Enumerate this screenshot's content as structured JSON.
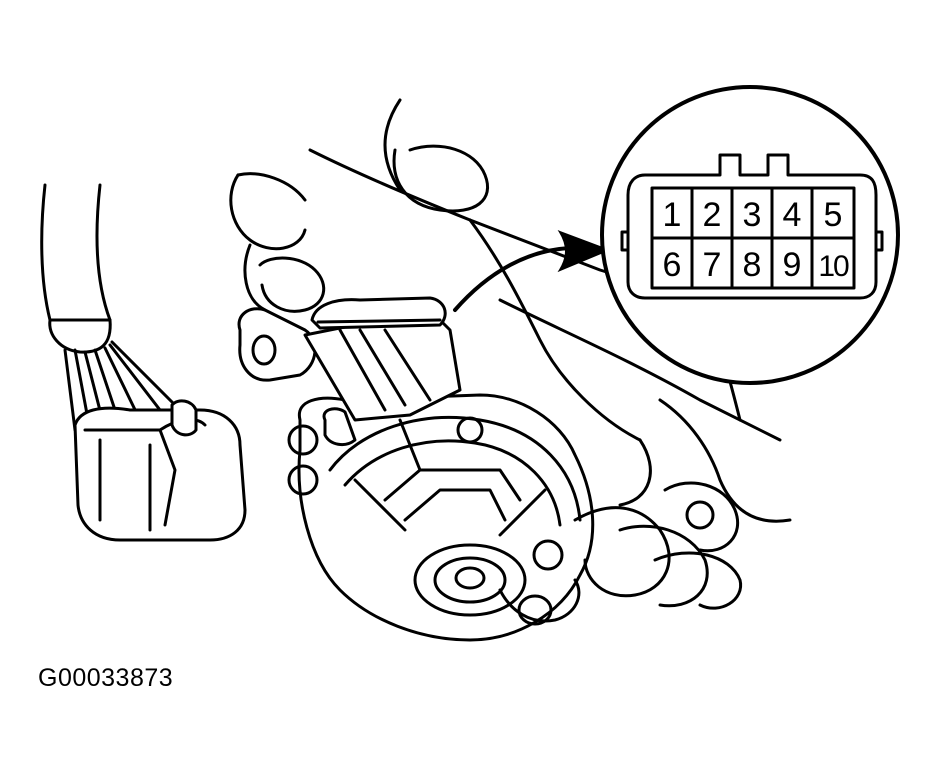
{
  "figure_id": "G00033873",
  "connector": {
    "rows": [
      [
        "1",
        "2",
        "3",
        "4",
        "5"
      ],
      [
        "6",
        "7",
        "8",
        "9",
        "10"
      ]
    ]
  },
  "colors": {
    "ink": "#000000",
    "paper": "#ffffff"
  }
}
